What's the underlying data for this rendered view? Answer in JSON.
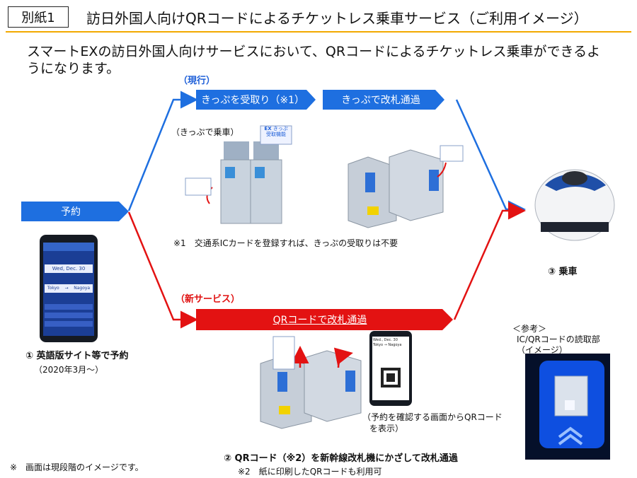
{
  "header": {
    "tag": "別紙1",
    "title": "訪日外国人向けQRコードによるチケットレス乗車サービス（ご利用イメージ）"
  },
  "lead": "スマートEXの訪日外国人向けサービスにおいて、QRコードによるチケットレス乗車ができるようになります。",
  "flow": {
    "start_label": "予約",
    "current_label": "（現行）",
    "current_step1": "きっぷを受取り（※1）",
    "current_step2": "きっぷで改札通過",
    "ticket_board_label": "（きっぷで乗車）",
    "note1": "※1　交通系ICカードを登録すれば、きっぷの受取りは不要",
    "new_label": "（新サービス）",
    "new_step": "QRコードで改札通過",
    "boarding_label": "③ 乗車",
    "step1_label": "① 英語版サイト等で予約",
    "step1_date": "（2020年3月～）",
    "qr_screen_note_line1": "（予約を確認する画面からQRコード",
    "qr_screen_note_line2": "を表示）",
    "step2_label": "② QRコード（※2）を新幹線改札機にかざして改札通過",
    "note2": "※2　紙に印刷したQRコードも利用可",
    "screen_note": "※　画面は現段階のイメージです。",
    "reference_line1": "＜参考＞",
    "reference_line2": "IC/QRコードの読取部",
    "reference_line3": "（イメージ）"
  },
  "phone": {
    "date_row": "Wed, Dec. 30",
    "from": "Tokyo",
    "to": "Nagoya"
  },
  "ticket_mini": {
    "logo": "EX",
    "line1": "きっぷ",
    "line2": "受取機能"
  },
  "qr_phone": {
    "date": "Wed., Dec. 30",
    "from": "Tokyo",
    "to": "Nagoya"
  },
  "colors": {
    "blue": "#1e6fe0",
    "red": "#e31212",
    "accent": "#f2a900"
  }
}
